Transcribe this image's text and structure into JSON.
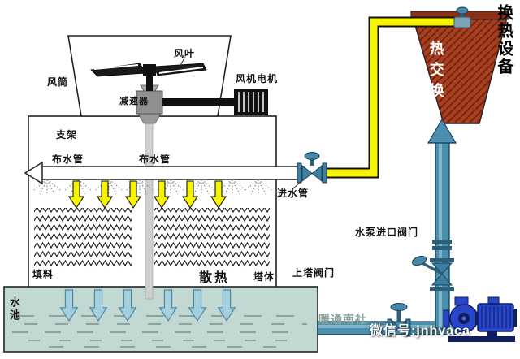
{
  "diagram": {
    "type": "cooling-tower-and-heat-exchanger-schematic",
    "labels": {
      "fan_blade": "风叶",
      "fan_duct": "风筒",
      "fan_motor": "风机电机",
      "reducer": "减速器",
      "support_frame": "支架",
      "water_distribution_pipe_left": "布水管",
      "water_distribution_pipe_right": "布水管",
      "water_inlet_pipe": "进水管",
      "fill_material": "填料",
      "heat_dissipation": "散热",
      "tower_body": "塔体",
      "water_pool": "水池",
      "heat_exchange": "热交换",
      "heat_exchange_equipment": "换热设备",
      "up_tower_valve": "上塔阀门",
      "pump_inlet_valve": "水泵进口阀门"
    },
    "watermarks": {
      "community": "暖通南社",
      "wechat_id": "微信号:jnhvaca"
    },
    "colors": {
      "hot_water_pipe_yellow": "#f7f400",
      "cool_water_pipe_blue": "#4b8fae",
      "heat_exchanger_red": "#a84020",
      "pool_water": "#c2d8d2",
      "pump_blue": "#2746c8",
      "pool_arrow_blue": "#a5cfdd"
    }
  }
}
